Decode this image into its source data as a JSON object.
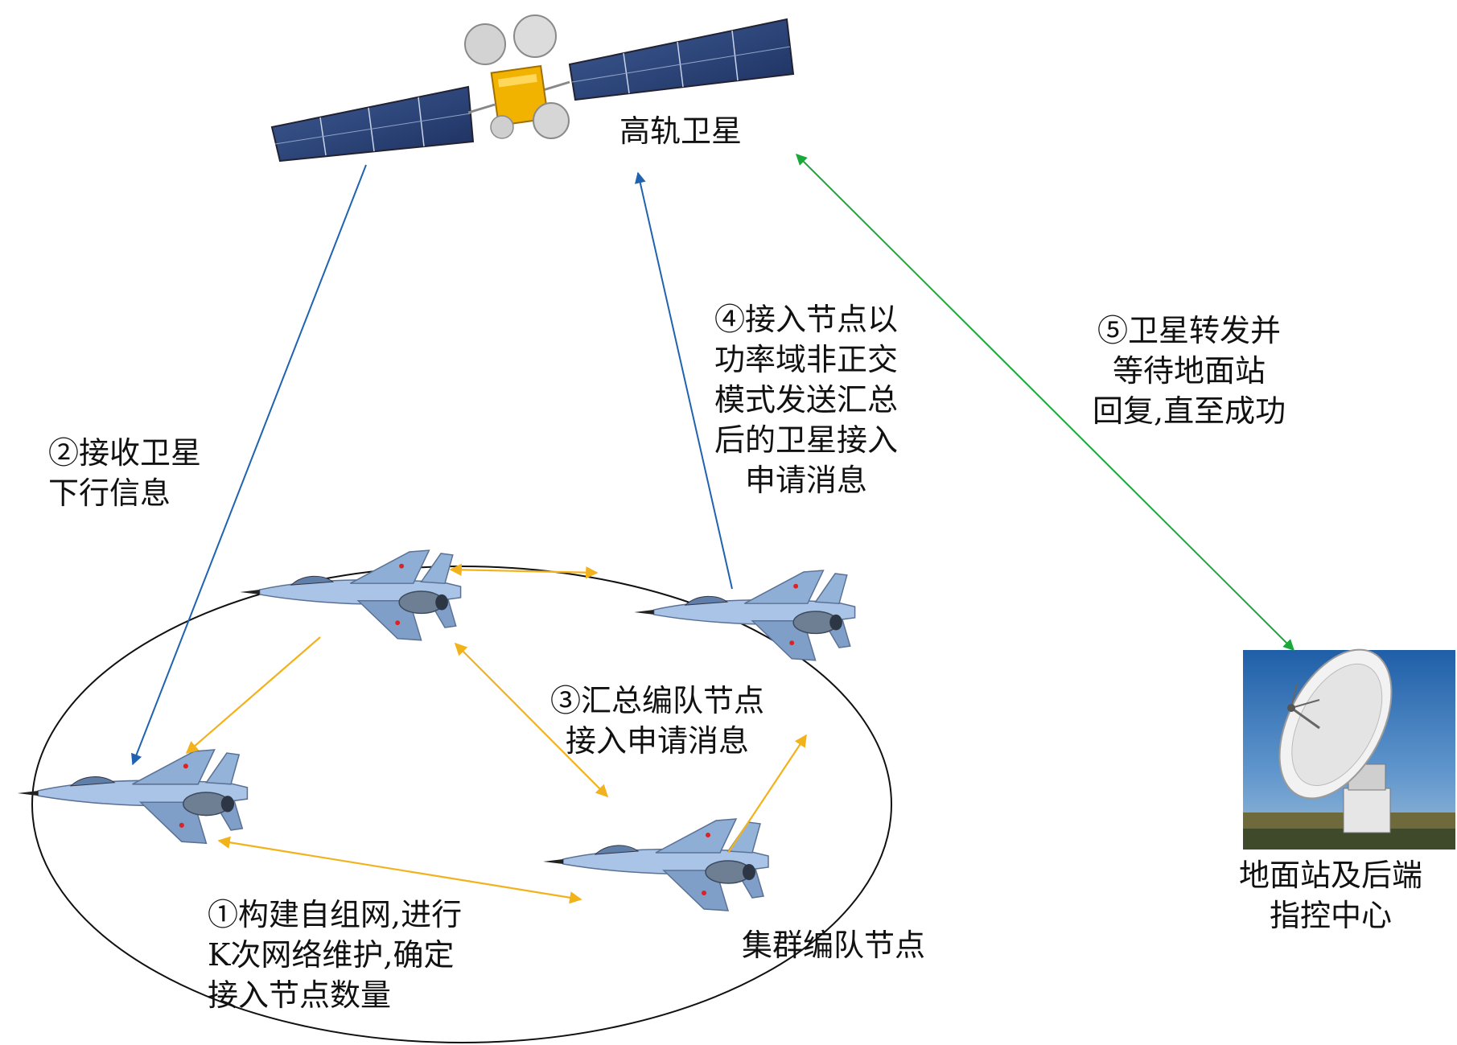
{
  "colors": {
    "blue_arrow": "#1f63b0",
    "green_arrow": "#1aa83a",
    "orange_arrow": "#f2b21c",
    "ellipse": "#111111"
  },
  "satellite": {
    "label": "高轨卫星",
    "icon": "satellite-icon"
  },
  "ground_station": {
    "label_line1": "地面站及后端",
    "label_line2": "指控中心",
    "icon": "radar-dish-icon"
  },
  "cluster": {
    "label": "集群编队节点",
    "icon": "fighter-jet-icon"
  },
  "steps": {
    "step1": {
      "line1": "①构建自组网,进行",
      "line2": "K次网络维护,确定",
      "line3": "接入节点数量"
    },
    "step2": {
      "line1": "②接收卫星",
      "line2": "下行信息"
    },
    "step3": {
      "line1": "③汇总编队节点",
      "line2": "接入申请消息"
    },
    "step4": {
      "line1": "④接入节点以",
      "line2": "功率域非正交",
      "line3": "模式发送汇总",
      "line4": "后的卫星接入",
      "line5": "申请消息"
    },
    "step5": {
      "line1": "⑤卫星转发并",
      "line2": "等待地面站",
      "line3": "回复,直至成功"
    }
  }
}
